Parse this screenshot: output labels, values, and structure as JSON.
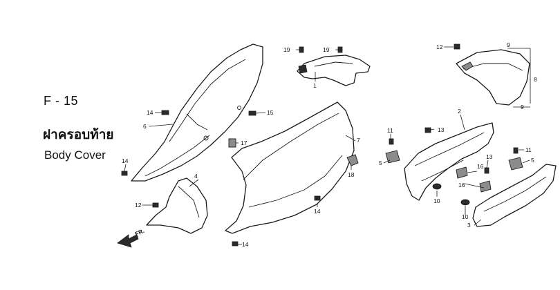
{
  "figure": {
    "code": "F - 15",
    "title_th": "ฝาครอบท้าย",
    "title_en": "Body Cover",
    "front_arrow_label": "FR."
  },
  "callouts": [
    "1",
    "2",
    "3",
    "4",
    "5",
    "5",
    "6",
    "7",
    "8",
    "9",
    "9",
    "10",
    "10",
    "11",
    "11",
    "12",
    "12",
    "13",
    "13",
    "14",
    "14",
    "14",
    "14",
    "15",
    "16",
    "16",
    "17",
    "18",
    "19",
    "19"
  ]
}
